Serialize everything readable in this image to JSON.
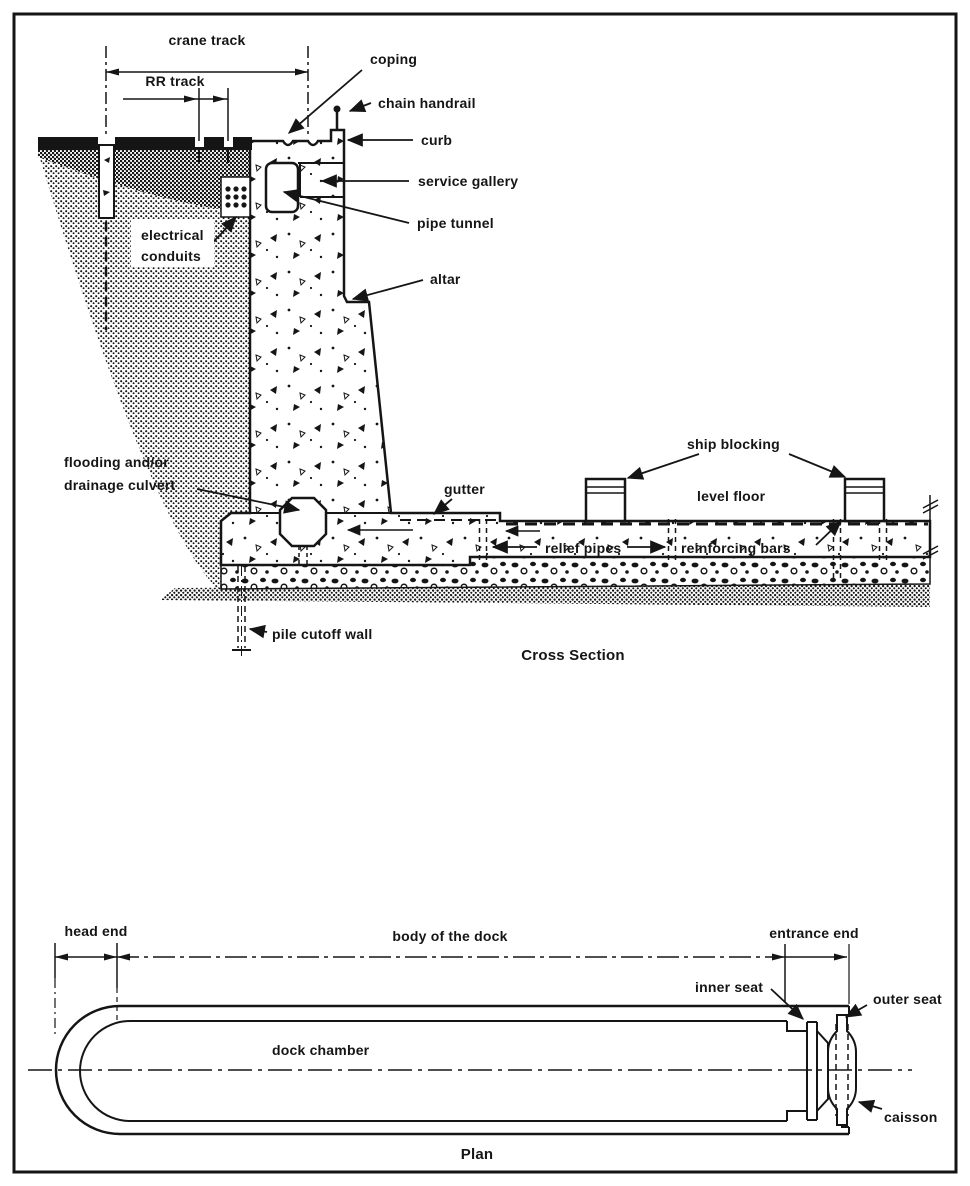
{
  "figure": {
    "cross_section": {
      "caption": "Cross Section",
      "labels": {
        "crane_track": "crane track",
        "rr_track": "RR track",
        "coping": "coping",
        "chain_handrail": "chain handrail",
        "curb": "curb",
        "service_gallery": "service gallery",
        "pipe_tunnel": "pipe tunnel",
        "electrical_conduits_line1": "electrical",
        "electrical_conduits_line2": "conduits",
        "altar": "altar",
        "flooding_culvert_line1": "flooding and/or",
        "flooding_culvert_line2": "drainage culvert",
        "gutter": "gutter",
        "ship_blocking": "ship blocking",
        "level_floor": "level floor",
        "relief_pipes": "relief pipes",
        "reinforcing_bars": "reinforcing bars",
        "pile_cutoff_wall": "pile cutoff wall"
      }
    },
    "plan": {
      "caption": "Plan",
      "labels": {
        "head_end": "head end",
        "body_of_the_dock": "body of the dock",
        "entrance_end": "entrance end",
        "inner_seat": "inner seat",
        "outer_seat": "outer seat",
        "dock_chamber": "dock chamber",
        "caisson": "caisson"
      }
    },
    "colors": {
      "ink": "#151515",
      "paper": "#ffffff"
    }
  }
}
